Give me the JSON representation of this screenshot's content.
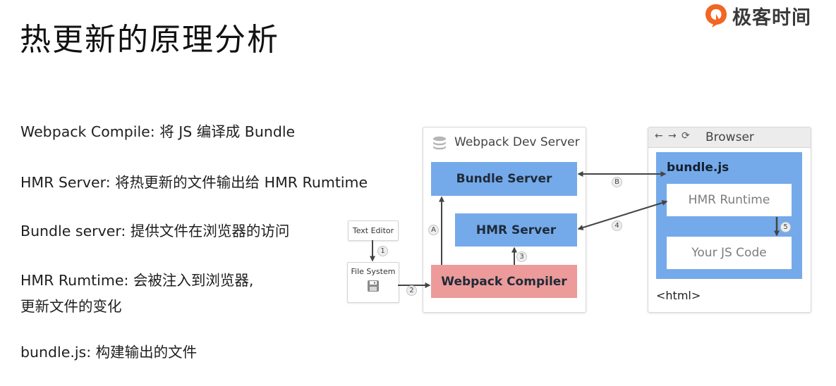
{
  "title": "热更新的原理分析",
  "logo": {
    "text": "极客时间",
    "accent_color": "#f26522"
  },
  "bullets": [
    "Webpack Compile: 将 JS 编译成 Bundle",
    "HMR Server: 将热更新的文件输出给 HMR Rumtime",
    "Bundle server: 提供文件在浏览器的访问",
    "HMR Rumtime: 会被注入到浏览器,",
    "更新文件的变化",
    "bundle.js: 构建输出的文件"
  ],
  "diagram": {
    "text_editor": "Text Editor",
    "file_system": "File System",
    "dev_server": {
      "title": "Webpack Dev Server",
      "bundle_server": "Bundle Server",
      "hmr_server": "HMR Server",
      "webpack_compiler": "Webpack Compiler"
    },
    "browser": {
      "title": "Browser",
      "bundle_js": "bundle.js",
      "hmr_runtime": "HMR Runtime",
      "your_js_code": "Your JS Code",
      "html": "<html>"
    },
    "steps": {
      "s1": "1",
      "s2": "2",
      "s3": "3",
      "s4": "4",
      "s5": "5",
      "sA": "A",
      "sB": "B"
    },
    "colors": {
      "blue": "#75aaea",
      "red": "#ec9a9a",
      "arrow": "#444444"
    }
  }
}
